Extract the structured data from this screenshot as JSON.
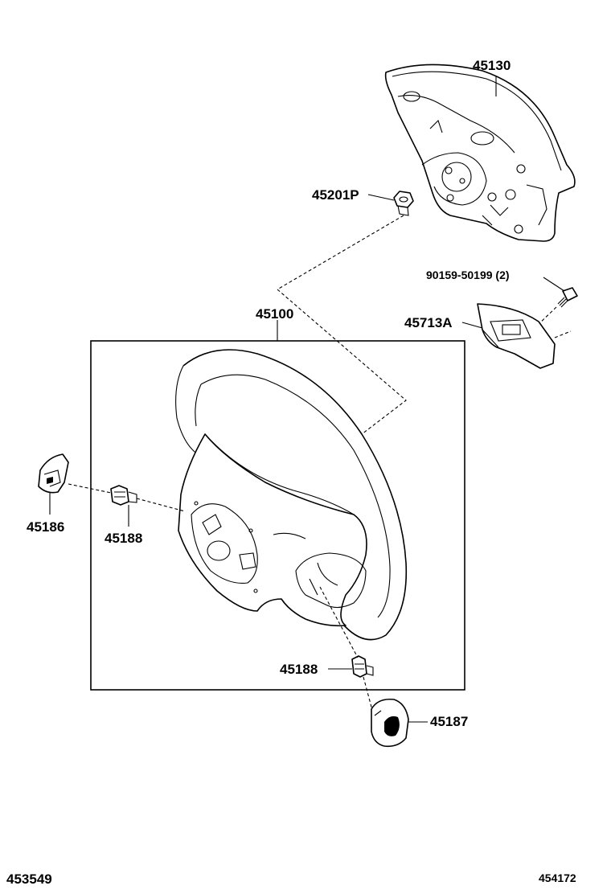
{
  "labels": {
    "airbag": "45130",
    "nut": "45201P",
    "screw": "90159-50199 (2)",
    "switch_cover": "45713A",
    "wheel": "45100",
    "left_cover": "45186",
    "left_screw": "45188",
    "lower_screw": "45188",
    "right_cover": "45187"
  },
  "footer": {
    "left_code": "453549",
    "right_code": "454172"
  }
}
